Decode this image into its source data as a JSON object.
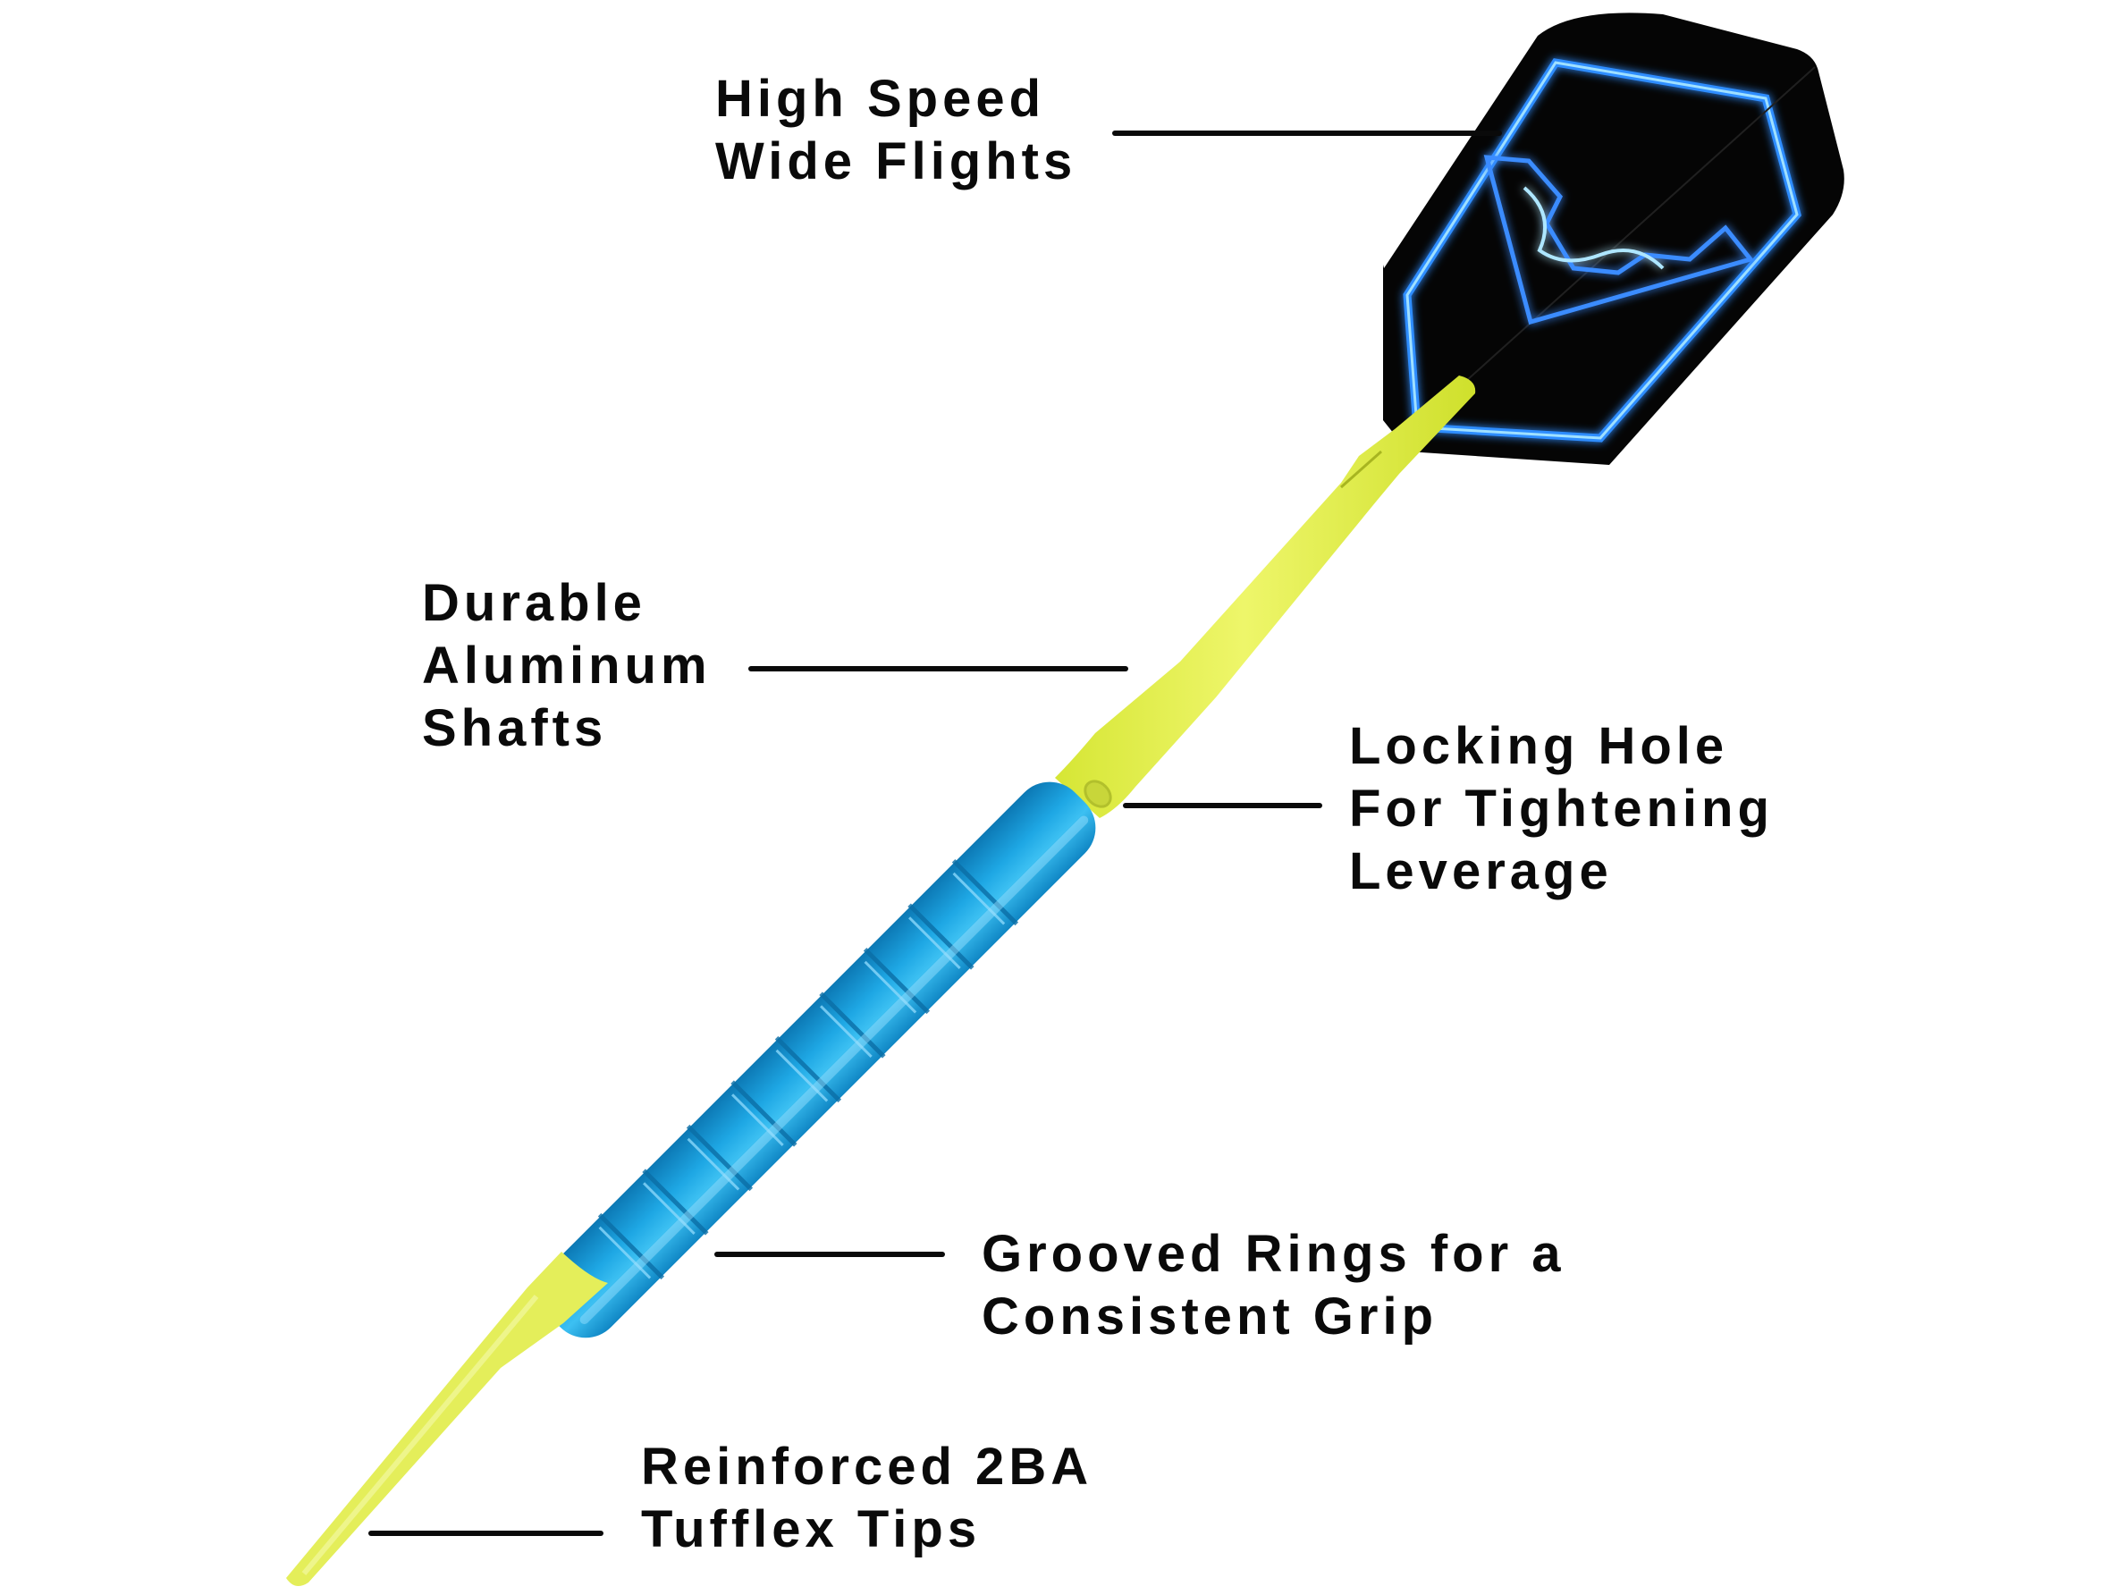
{
  "image": {
    "subject": "Soft-tip dart feature callout diagram",
    "colors": {
      "background": "#ffffff",
      "text": "#0a0a0a",
      "shaft_and_tip_yellow": "#e4f041",
      "barrel_blue": "#1ea7e4",
      "flight_black": "#050505",
      "flight_neon_blue": "#2a8cff"
    }
  },
  "callouts": [
    {
      "id": "flights",
      "lines": [
        "High Speed",
        "Wide Flights"
      ]
    },
    {
      "id": "shafts",
      "lines": [
        "Durable",
        "Aluminum",
        "Shafts"
      ]
    },
    {
      "id": "locking-hole",
      "lines": [
        "Locking Hole",
        "For Tightening",
        "Leverage"
      ]
    },
    {
      "id": "grooved-rings",
      "lines": [
        "Grooved Rings for a",
        "Consistent Grip"
      ]
    },
    {
      "id": "tips",
      "lines": [
        "Reinforced 2BA",
        "Tufflex Tips"
      ]
    }
  ],
  "icons": {
    "flight": "dart-flight-icon",
    "flight_logo": "v-logo-icon",
    "shaft": "dart-shaft",
    "barrel": "dart-barrel",
    "tip": "dart-tip"
  }
}
